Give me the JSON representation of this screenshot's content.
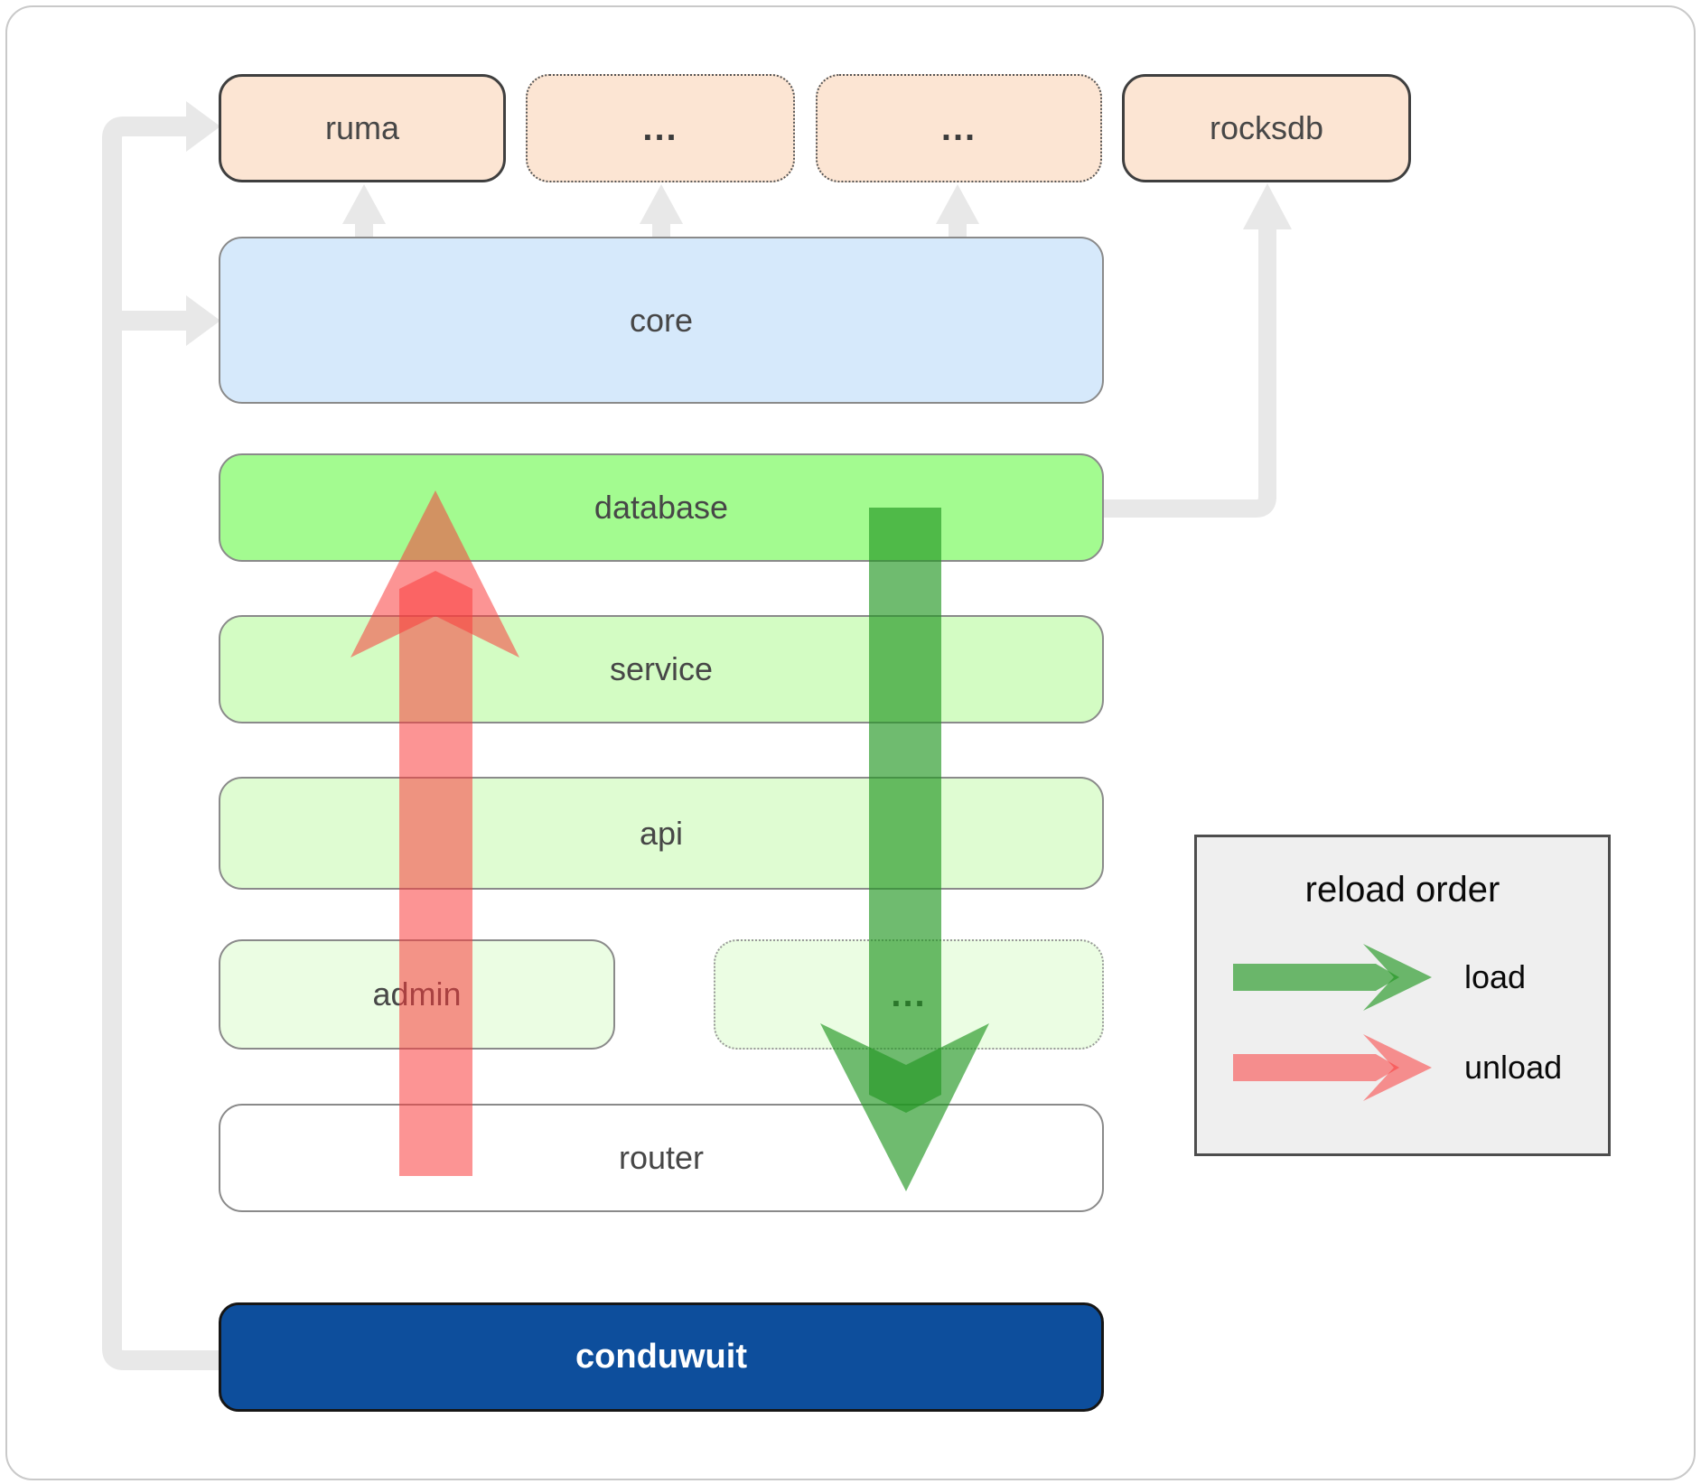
{
  "boxes": {
    "ruma": "ruma",
    "dots_top_1": "...",
    "dots_top_2": "...",
    "rocksdb": "rocksdb",
    "core": "core",
    "database": "database",
    "service": "service",
    "api": "api",
    "admin": "admin",
    "dots_admin": "...",
    "router": "router",
    "conduwuit": "conduwuit"
  },
  "legend": {
    "title": "reload order",
    "load": "load",
    "unload": "unload"
  },
  "colors": {
    "load_arrow": "#229622",
    "unload_arrow": "#fa3c3c",
    "peach_fill": "#fce5d3",
    "core_fill": "#d6e9fb",
    "database_fill": "#a3fb90",
    "service_fill": "#d3fcc3",
    "api_fill": "#dffcd2",
    "admin_fill": "#ebfde3",
    "router_fill": "#ffffff",
    "conduwuit_fill": "#0d4e9c",
    "legend_bg": "#efefef",
    "connector_gray": "#e8e8e8"
  }
}
